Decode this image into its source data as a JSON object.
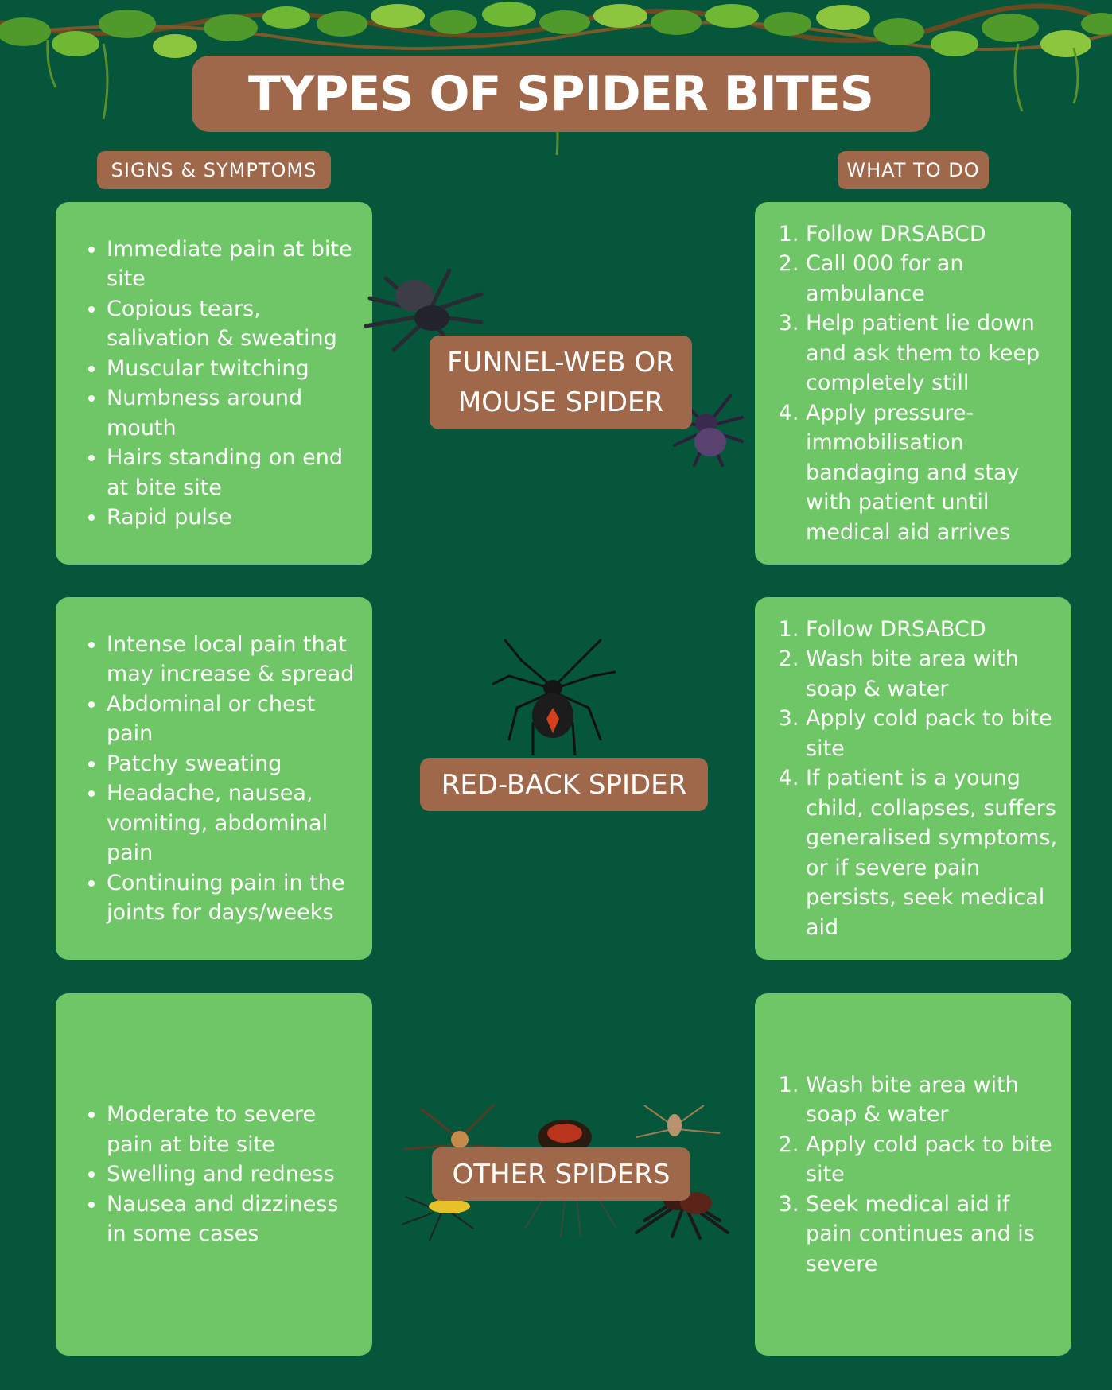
{
  "title": "TYPES OF SPIDER BITES",
  "column_labels": {
    "left": "SIGNS & SYMPTOMS",
    "right": "WHAT TO DO"
  },
  "sections": [
    {
      "spider_name_line1": "FUNNEL-WEB OR",
      "spider_name_line2": "MOUSE SPIDER",
      "symptoms": [
        "Immediate pain at bite site",
        "Copious tears, salivation & sweating",
        "Muscular twitching",
        "Numbness around mouth",
        "Hairs standing on end at bite site",
        "Rapid pulse"
      ],
      "actions": [
        "Follow DRSABCD",
        "Call 000 for an ambulance",
        "Help patient lie down and ask them to keep completely still",
        "Apply pressure-immobilisation bandaging and stay with patient until medical aid arrives"
      ]
    },
    {
      "spider_name_line1": "RED-BACK SPIDER",
      "symptoms": [
        "Intense local pain that may increase & spread",
        "Abdominal or chest pain",
        "Patchy sweating",
        "Headache, nausea, vomiting, abdominal pain",
        "Continuing pain in the joints for days/weeks"
      ],
      "actions": [
        "Follow DRSABCD",
        "Wash bite area with soap & water",
        "Apply cold pack to bite site",
        "If patient is a young child, collapses, suffers generalised symptoms, or if severe pain persists, seek medical aid"
      ]
    },
    {
      "spider_name_line1": "OTHER SPIDERS",
      "symptoms": [
        "Moderate to severe pain at bite site",
        "Swelling and redness",
        "Nausea and dizziness in some cases"
      ],
      "actions": [
        "Wash bite area with soap & water",
        "Apply cold pack to bite site",
        "Seek medical aid if pain continues and is severe"
      ]
    }
  ],
  "colors": {
    "background": "#05563a",
    "card": "#6fc667",
    "banner": "#a0684a",
    "text": "#ffffff"
  },
  "icons": [
    "jungle-vines-decoration",
    "funnel-web-spider-icon",
    "mouse-spider-icon",
    "red-back-spider-icon",
    "other-spiders-icon"
  ]
}
